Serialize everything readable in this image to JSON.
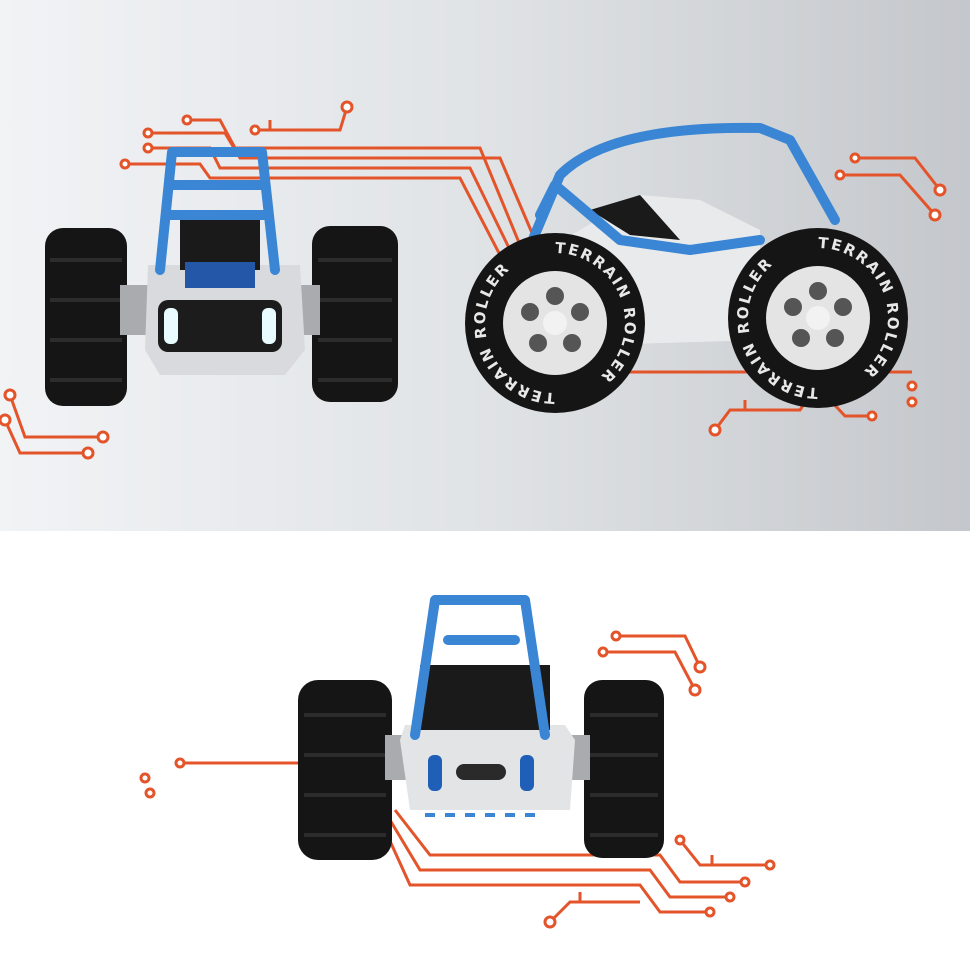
{
  "product": {
    "tire_branding": "TERRAIN ROLLER",
    "views": [
      "front",
      "side",
      "rear"
    ]
  },
  "colors": {
    "circuit_lines": "#e4542a",
    "body_blue": "#3a86d4",
    "body_white": "#e9eaec",
    "tires": "#151515",
    "background_top": "#e0e3e6",
    "background_bottom": "#ffffff"
  }
}
